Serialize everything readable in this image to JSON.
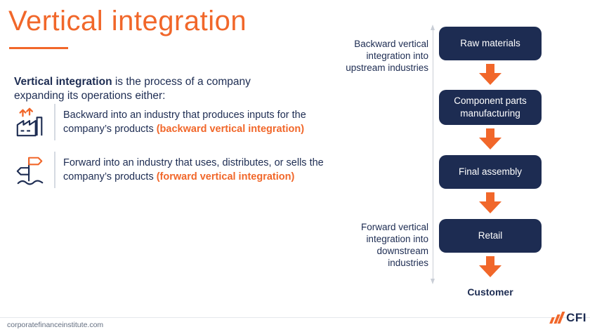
{
  "colors": {
    "orange": "#F1672A",
    "navy": "#1D2C52",
    "gray": "#C9CED6"
  },
  "header": {
    "title": "Vertical integration"
  },
  "intro": {
    "bold": "Vertical integration",
    "rest": " is the process of a company expanding its operations either:"
  },
  "bullets": [
    {
      "icon": "factory-upstream-icon",
      "text": "Backward into an industry that produces inputs for the company’s products ",
      "highlight": "(backward vertical integration)"
    },
    {
      "icon": "signpost-downstream-icon",
      "text": "Forward into an industry that uses, distributes, or sells the company’s products ",
      "highlight": "(forward vertical integration)"
    }
  ],
  "diagram": {
    "top_label": "Backward vertical integration into upstream industries",
    "bottom_label": "Forward vertical integration into downstream industries",
    "boxes": [
      "Raw materials",
      "Component parts manufacturing",
      "Final assembly",
      "Retail"
    ],
    "end_label": "Customer"
  },
  "footer": {
    "url": "corporatefinanceinstitute.com",
    "logo_text": "CFI"
  }
}
